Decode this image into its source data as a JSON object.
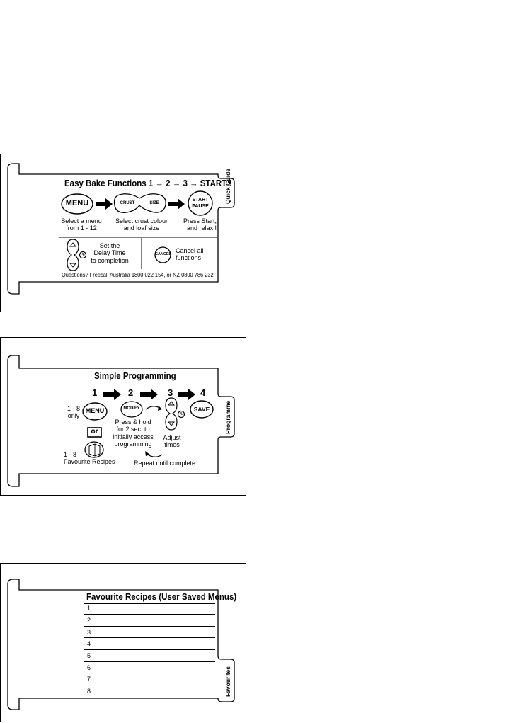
{
  "quick_guide": {
    "tab": "Quick Guide",
    "title": "Easy Bake Functions  1 → 2 → 3 → START !",
    "menu_button": "MENU",
    "crust_label": "CRUST",
    "size_label": "SIZE",
    "start_label": "START",
    "pause_label": "PAUSE",
    "step1": [
      "Select a menu",
      "from 1 - 12"
    ],
    "step2": [
      "Select crust colour",
      "and loaf size"
    ],
    "step3": [
      "Press Start,",
      "and relax !"
    ],
    "delay_text": [
      "Set the",
      "Delay Time",
      "to completion"
    ],
    "cancel_button": "CANCEL",
    "cancel_text": [
      "Cancel all",
      "functions"
    ],
    "footer": "Questions? Freecall Australia 1800 022 154, or NZ 0800 786 232"
  },
  "programming": {
    "tab": "Programme",
    "title": "Simple Programming",
    "steps": [
      "1",
      "2",
      "3",
      "4"
    ],
    "menu_note": [
      "1 - 8",
      "only"
    ],
    "menu_button": "MENU",
    "modify_button": "MODIFY",
    "save_button": "SAVE",
    "or_label": "or",
    "press_hold": [
      "Press & hold",
      "for 2 sec. to",
      "initially access",
      "programming"
    ],
    "adjust": [
      "Adjust",
      "times"
    ],
    "fav_note": [
      "1 - 8",
      "Favourite Recipes"
    ],
    "repeat": "Repeat until complete"
  },
  "favourites": {
    "tab": "Favourites",
    "title": "Favourite Recipes (User Saved Menus)",
    "rows": [
      "1",
      "2",
      "3",
      "4",
      "5",
      "6",
      "7",
      "8"
    ]
  }
}
